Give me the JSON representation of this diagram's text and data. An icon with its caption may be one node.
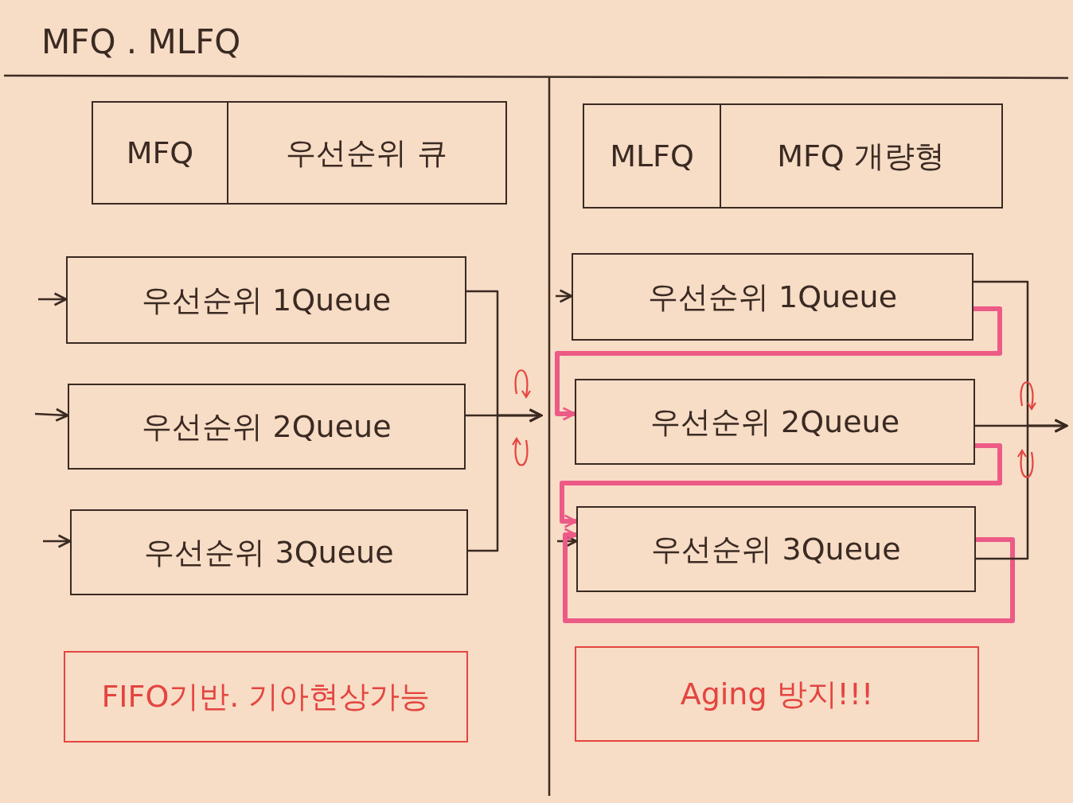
{
  "diagram": {
    "title": "MFQ . MLFQ",
    "nodes": [
      {
        "text": [
          "MFQ",
          "우선순위 큐"
        ]
      },
      {
        "text": [
          "우선순위 1Queue"
        ]
      },
      {
        "text": [
          "우선순위 2Queue"
        ]
      },
      {
        "text": [
          "우선순위 3Queue"
        ]
      },
      {
        "text": [
          "FIFO기반. 기아현상가능"
        ]
      },
      {
        "text": [
          "MLFQ",
          "MFQ 개량형"
        ]
      },
      {
        "text": [
          "우선순위 1Queue"
        ]
      },
      {
        "text": [
          "우선순위 2Queue"
        ]
      },
      {
        "text": [
          "우선순위 3Queue"
        ]
      },
      {
        "text": [
          "Aging 방지!!!"
        ]
      }
    ],
    "edges": [
      {
        "from": null,
        "to": 1,
        "arrow": "to"
      },
      {
        "from": null,
        "to": 2,
        "arrow": "to"
      },
      {
        "from": null,
        "to": 3,
        "arrow": "to"
      },
      {
        "from": 1,
        "to": null,
        "arrow": "to"
      },
      {
        "from": 2,
        "to": null,
        "arrow": "to"
      },
      {
        "from": 3,
        "to": null,
        "arrow": "to"
      },
      {
        "from": null,
        "to": 6,
        "arrow": "to"
      },
      {
        "from": null,
        "to": 8,
        "arrow": "to"
      },
      {
        "from": 6,
        "to": 7,
        "arrow": "to",
        "style": "thick",
        "color": "#ec5a86"
      },
      {
        "from": 7,
        "to": 8,
        "arrow": "to",
        "style": "thick",
        "color": "#ec5a86"
      },
      {
        "from": 8,
        "to": 8,
        "arrow": "to",
        "style": "thick",
        "color": "#ec5a86"
      },
      {
        "from": 6,
        "to": null,
        "arrow": "to"
      },
      {
        "from": 7,
        "to": null,
        "arrow": "to"
      },
      {
        "from": 8,
        "to": null,
        "arrow": "to"
      }
    ]
  }
}
